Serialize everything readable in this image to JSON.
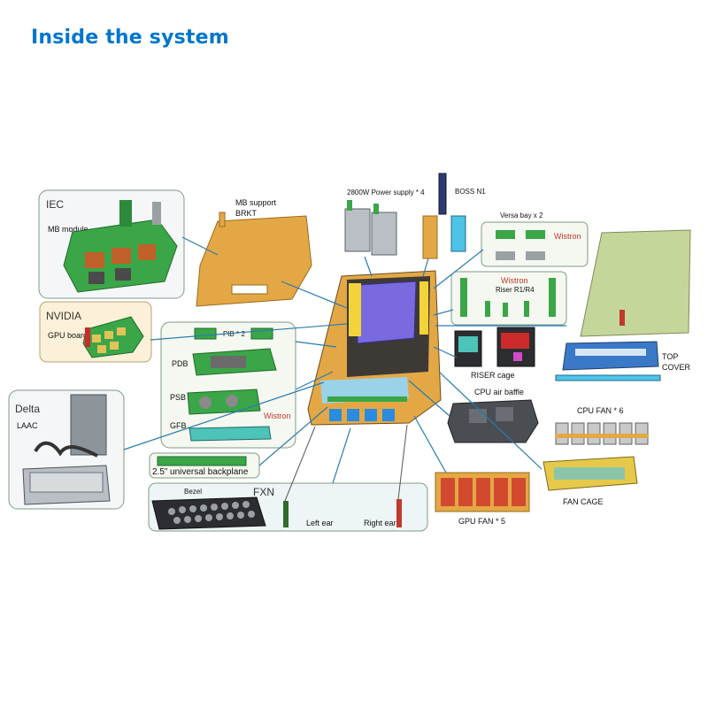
{
  "title": "Inside the system",
  "labels": {
    "iec": "IEC",
    "mb_module": "MB module",
    "mb_support": "MB support",
    "brkt": "BRKT",
    "nvidia": "NVIDIA",
    "gpu_board": "GPU board",
    "pib": "PIB * 2",
    "pdb": "PDB",
    "psb": "PSB",
    "gfb": "GFB",
    "wistron_1": "Wistron",
    "delta": "Delta",
    "laac": "LAAC",
    "backplane": "2.5” universal backplane",
    "bezel": "Bezel",
    "fxn": "FXN",
    "left_ear": "Left ear",
    "right_ear": "Right ear",
    "power_supply": "2800W Power supply * 4",
    "boss": "BOSS N1",
    "versa_bay": "Versa bay x 2",
    "wistron_2": "Wistron",
    "wistron_3": "Wistron",
    "riser": "Riser R1/R4",
    "riser_cage": "RISER cage",
    "cpu_air_baffle": "CPU air baffle",
    "top": "TOP",
    "cover": "COVER",
    "cpu_fan": "CPU FAN * 6",
    "fan_cage": "FAN CAGE",
    "gpu_fan": "GPU FAN * 5"
  },
  "colors": {
    "title": "#0076ce",
    "leader_line": "#2a7ab0",
    "box_border": "#7f9a86",
    "nvidia_fill": "#fdf0d8",
    "pcb_green": "#3aa648",
    "chassis_gold": "#e3a845",
    "baffle_purple": "#7a6ae0",
    "cover_green": "#c5d69a"
  }
}
